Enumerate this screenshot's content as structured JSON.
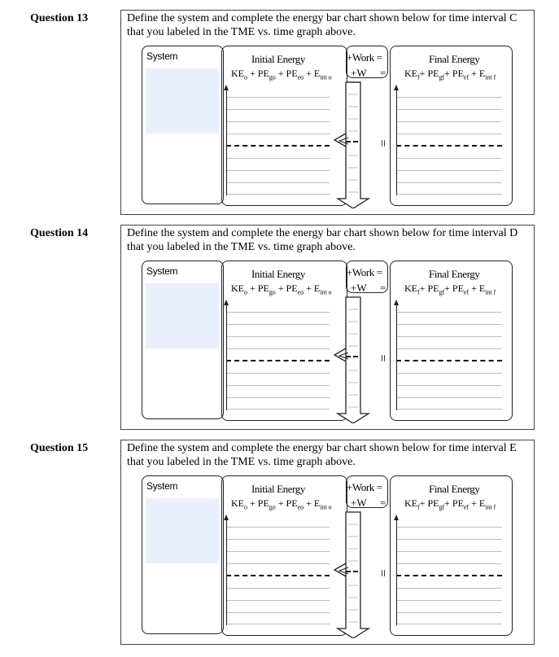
{
  "questions": [
    {
      "label": "Question 13",
      "prompt": "Define the system and complete the energy bar chart shown below for time interval C that you labeled in the TME vs. time graph above.",
      "system_label": "System",
      "initial_header": "Initial Energy",
      "work_header": "+Work =",
      "work_symbol": "+W",
      "final_header": "Final Energy",
      "equals": "=",
      "equals_mid": "="
    },
    {
      "label": "Question 14",
      "prompt": "Define the system and complete the energy bar chart shown below for time interval D that you labeled in the TME vs. time graph above.",
      "system_label": "System",
      "initial_header": "Initial Energy",
      "work_header": "+Work =",
      "work_symbol": "+W",
      "final_header": "Final Energy",
      "equals": "=",
      "equals_mid": "="
    },
    {
      "label": "Question 15",
      "prompt": "Define the system and complete the energy bar chart shown below for time interval E that you labeled in the TME vs. time graph above.",
      "system_label": "System",
      "initial_header": "Initial Energy",
      "work_header": "+Work =",
      "work_symbol": "+W",
      "final_header": "Final Energy",
      "equals": "=",
      "equals_mid": "="
    }
  ],
  "formulas": {
    "initial": {
      "t1": "KE",
      "s1": "o",
      "t2": " + PE",
      "s2": "go",
      "t3": " + PE",
      "s3": "eo",
      "t4": " + E",
      "s4": "int o"
    },
    "final": {
      "t1": "KE",
      "s1": "f",
      "t2": "+ PE",
      "s2": "gf",
      "t3": "+ PE",
      "s3": "ef",
      "t4": " + E",
      "s4": "int f"
    }
  },
  "colors": {
    "system_shade": "#eaf0fb",
    "grid": "#bdbdbd",
    "border": "#444444"
  }
}
